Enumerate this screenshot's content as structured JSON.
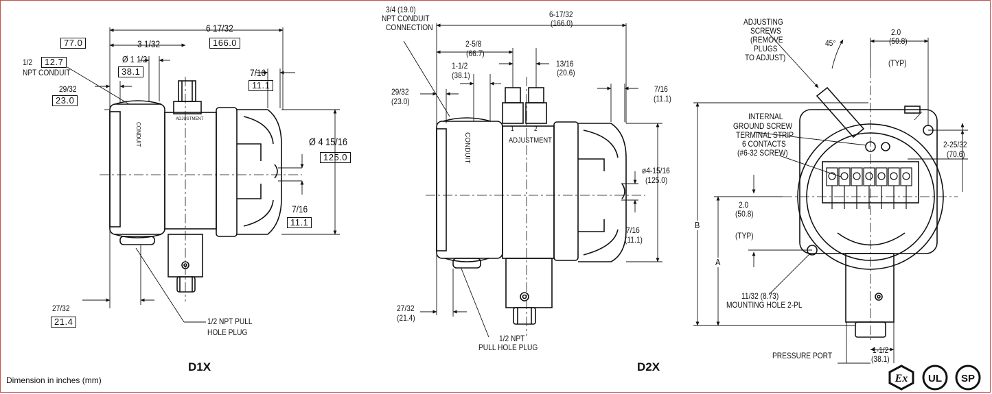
{
  "labels": {
    "d1x": {
      "model": "D1X",
      "overall_length": "6 17/32",
      "overall_length_mm": "166.0",
      "len_77": "77.0",
      "len_3_1_32": "3 1/32",
      "dia_1_1_2": "Ø 1 1/2",
      "dia_1_1_2_mm": "38.1",
      "npt_conduit_a": "1/2",
      "npt_conduit_mm": "12.7",
      "npt_conduit_b": "NPT CONDUIT",
      "d_29_32": "29/32",
      "d_29_32_mm": "23.0",
      "d_7_16_top": "7/16",
      "d_7_16_top_mm": "11.1",
      "dia_4_15_16": "Ø 4 15/16",
      "dia_4_15_16_mm": "125.0",
      "d_7_16_bot": "7/16",
      "d_7_16_bot_mm": "11.1",
      "d_27_32": "27/32",
      "d_27_32_mm": "21.4",
      "pull_plug_a": "1/2 NPT PULL",
      "pull_plug_b": "HOLE PLUG",
      "conduit_text": "CONDUIT",
      "adjustment_text": "ADJUSTMENT"
    },
    "d2x": {
      "model": "D2X",
      "conduit_conn_a": "3/4 (19.0)",
      "conduit_conn_b": "NPT CONDUIT",
      "conduit_conn_c": "CONNECTION",
      "overall": "6-17/32",
      "overall_mm": "(166.0)",
      "d_2_5_8": "2-5/8",
      "d_2_5_8_mm": "(66.7)",
      "d_13_16": "13/16",
      "d_13_16_mm": "(20.6)",
      "d_1_1_2": "1-1/2",
      "d_1_1_2_mm": "(38.1)",
      "d_29_32": "29/32",
      "d_29_32_mm": "(23.0)",
      "d_7_16_top": "7/16",
      "d_7_16_top_mm": "(11.1)",
      "dia": "ø4-15/16",
      "dia_mm": "(125.0)",
      "d_7_16_bot": "7/16",
      "d_7_16_bot_mm": "(11.1)",
      "d_27_32": "27/32",
      "d_27_32_mm": "(21.4)",
      "pull_plug_a": "1/2 NPT",
      "pull_plug_b": "PULL HOLE PLUG",
      "conduit_text": "CONDUIT",
      "adj_1": "1",
      "adj_2": "2",
      "adjustment_text": "ADJUSTMENT"
    },
    "end_view": {
      "adj_screws": [
        "ADJUSTING",
        "SCREWS",
        "(REMOVE",
        "PLUGS",
        "TO ADJUST)"
      ],
      "angle": "45°",
      "d_2_0_top": "2.0",
      "d_2_0_top_mm": "(50.8)",
      "typ_top": "(TYP)",
      "ground_a": "INTERNAL",
      "ground_b": "GROUND SCREW",
      "terminal_a": "TERMINAL STRIP",
      "terminal_b": "6 CONTACTS",
      "terminal_c": "(#6-32 SCREW)",
      "d_2_25_32": "2-25/32",
      "d_2_25_32_mm": "(70.6)",
      "d_2_0_left": "2.0",
      "d_2_0_left_mm": "(50.8)",
      "typ_left": "(TYP)",
      "b": "B",
      "a": "A",
      "mount_a": "11/32 (8.73)",
      "mount_b": "MOUNTING HOLE 2-PL",
      "pressure_port": "PRESSURE PORT",
      "d_1_1_2": "1-1/2",
      "d_1_1_2_mm": "(38.1)"
    }
  },
  "footnote": "Dimension in inches (mm)",
  "cert_marks": [
    "Ex",
    "UL",
    "SP"
  ]
}
